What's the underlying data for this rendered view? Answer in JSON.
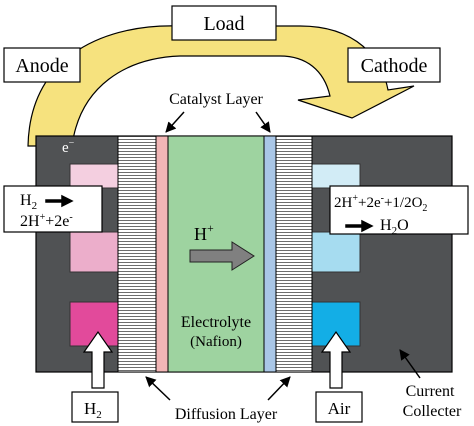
{
  "labels": {
    "load": "Load",
    "anode": "Anode",
    "cathode": "Cathode",
    "catalyst_layer": "Catalyst Layer",
    "electron_left": "e",
    "electron_right": "e",
    "electron_sup": "−",
    "anode_reaction_l1": "H",
    "anode_reaction_l1_sub": "2",
    "anode_reaction_l2": "2H",
    "anode_reaction_l2_sup1": "+",
    "anode_reaction_l2_mid": "+2e",
    "anode_reaction_l2_sup2": "-",
    "cathode_reaction_l1_a": "2H",
    "cathode_reaction_l1_sup1": "+",
    "cathode_reaction_l1_b": "+2e",
    "cathode_reaction_l1_sup2": "-",
    "cathode_reaction_l1_c": "+1/2O",
    "cathode_reaction_l1_sub": "2",
    "cathode_reaction_l2_a": "H",
    "cathode_reaction_l2_sub": "2",
    "cathode_reaction_l2_b": "O",
    "proton": "H",
    "proton_sup": "+",
    "electrolyte": "Electrolyte",
    "nafion": "(Nafion)",
    "h2_input": "H",
    "h2_input_sub": "2",
    "air_input": "Air",
    "diffusion_layer": "Diffusion Layer",
    "current_line1": "Current",
    "current_line2": "Collecter"
  },
  "colors": {
    "frame": "#505254",
    "electrolyte": "#9ed3a0",
    "anode_catalyst": "#f2b6b6",
    "cathode_catalyst": "#a9c6e6",
    "anode_light": "#f4cfe0",
    "anode_mid": "#ecaecb",
    "anode_strong": "#e24a9b",
    "cathode_light": "#d2ecf6",
    "cathode_mid": "#a6dcf0",
    "cathode_strong": "#13aee6",
    "load_arrow": "#f6e27e",
    "h_arrow": "#808080"
  },
  "icons": [
    "load-arrow-icon",
    "proton-arrow-icon",
    "reaction-arrow-icon",
    "input-arrow-icon",
    "pointer-arrow-icon"
  ]
}
